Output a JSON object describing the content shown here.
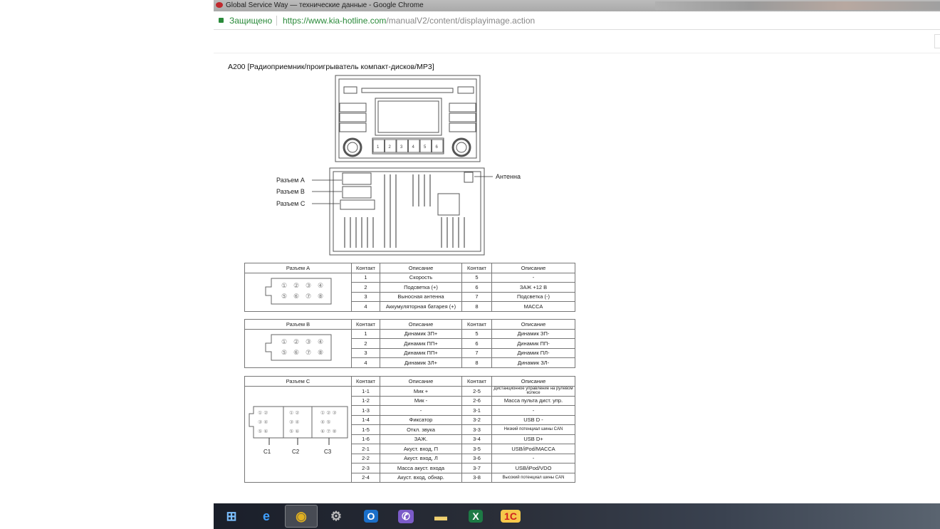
{
  "window": {
    "title": "Global Service Way — технические данные - Google Chrome"
  },
  "address": {
    "secure_label": "Защищено",
    "url_host": "https://www.kia-hotline.com",
    "url_path": "/manualV2/content/displayimage.action"
  },
  "document": {
    "title": "A200 [Радиоприемник/проигрыватель компакт-дисков/MP3]",
    "diagram_labels": {
      "conn_a": "Разъем A",
      "conn_b": "Разъем B",
      "conn_c": "Разъем C",
      "antenna": "Антенна",
      "c1": "C1",
      "c2": "C2",
      "c3": "C3"
    },
    "headers": {
      "contact": "Контакт",
      "description": "Описание"
    },
    "tables": [
      {
        "name": "Разъем A",
        "pins": [
          "①",
          "②",
          "③",
          "④",
          "⑤",
          "⑥",
          "⑦",
          "⑧"
        ],
        "rows": [
          [
            "1",
            "Скорость",
            "5",
            "-"
          ],
          [
            "2",
            "Подсветка (+)",
            "6",
            "ЗАЖ +12 В"
          ],
          [
            "3",
            "Выносная антенна",
            "7",
            "Подсветка (-)"
          ],
          [
            "4",
            "Аккумуляторная батарея (+)",
            "8",
            "МАССА"
          ]
        ]
      },
      {
        "name": "Разъем B",
        "pins": [
          "①",
          "②",
          "③",
          "④",
          "⑤",
          "⑥",
          "⑦",
          "⑧"
        ],
        "rows": [
          [
            "1",
            "Динамик ЗП+",
            "5",
            "Динамик ЗП-"
          ],
          [
            "2",
            "Динамик ПП+",
            "6",
            "Динамик ПП-"
          ],
          [
            "3",
            "Динамик ПП+",
            "7",
            "Динамик ПЛ-"
          ],
          [
            "4",
            "Динамик ЗЛ+",
            "8",
            "Динамик ЗЛ-"
          ]
        ]
      },
      {
        "name": "Разъем C",
        "rows": [
          [
            "1-1",
            "Мик +",
            "2-5",
            "Дистанционное управление на рулевом колесе"
          ],
          [
            "1-2",
            "Мик -",
            "2-6",
            "Масса пульта дист. упр."
          ],
          [
            "1-3",
            "-",
            "3-1",
            "-"
          ],
          [
            "1-4",
            "Фиксатор",
            "3-2",
            "USB D -"
          ],
          [
            "1-5",
            "Откл. звука",
            "3-3",
            "Низкий потенциал шины CAN"
          ],
          [
            "1-6",
            "ЗАЖ.",
            "3-4",
            "USB D+"
          ],
          [
            "2-1",
            "Акуст. вход, П",
            "3-5",
            "USB/iPod/МАССА"
          ],
          [
            "2-2",
            "Акуст. вход, Л",
            "3-6",
            "-"
          ],
          [
            "2-3",
            "Масса акуст. входа",
            "3-7",
            "USB/iPod/VDO"
          ],
          [
            "2-4",
            "Акуст. вход, обнар.",
            "3-8",
            "Высокий потенциал шины CAN"
          ]
        ]
      }
    ],
    "radio_buttons": [
      "1",
      "2",
      "3",
      "4",
      "5",
      "6"
    ]
  },
  "taskbar": {
    "items": [
      {
        "icon": "windows-start-icon"
      },
      {
        "icon": "internet-explorer-icon"
      },
      {
        "icon": "chrome-icon",
        "active": true
      },
      {
        "icon": "settings-gear-icon"
      },
      {
        "icon": "outlook-icon"
      },
      {
        "icon": "viber-icon"
      },
      {
        "icon": "file-explorer-icon"
      },
      {
        "icon": "excel-icon"
      },
      {
        "icon": "1c-icon"
      }
    ]
  }
}
